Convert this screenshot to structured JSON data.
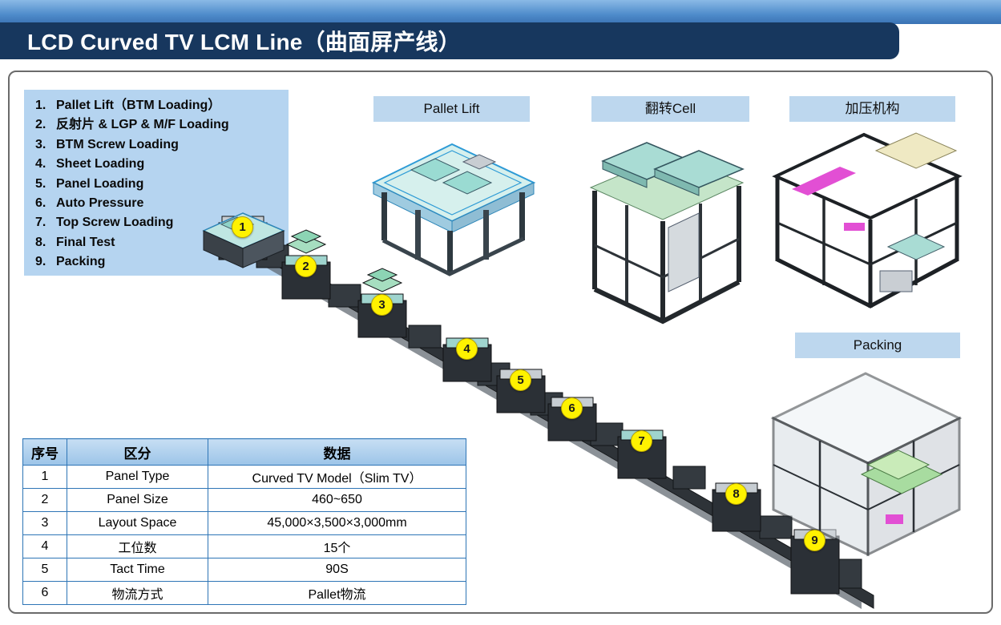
{
  "header": {
    "title": "LCD Curved TV LCM Line（曲面屏产线）"
  },
  "process_list": {
    "items": [
      {
        "n": "1.",
        "t": "Pallet Lift（BTM Loading）"
      },
      {
        "n": "2.",
        "t": "反射片 & LGP & M/F Loading"
      },
      {
        "n": "3.",
        "t": "BTM Screw Loading"
      },
      {
        "n": "4.",
        "t": "Sheet Loading"
      },
      {
        "n": "5.",
        "t": "Panel Loading"
      },
      {
        "n": "6.",
        "t": "Auto Pressure"
      },
      {
        "n": "7.",
        "t": "Top Screw Loading"
      },
      {
        "n": "8.",
        "t": "Final Test"
      },
      {
        "n": "9.",
        "t": "Packing"
      }
    ]
  },
  "labels": {
    "pallet_lift": "Pallet Lift",
    "flip_cell": "翻转Cell",
    "pressure_unit": "加压机构",
    "packing": "Packing"
  },
  "line_markers": [
    "1",
    "2",
    "3",
    "4",
    "5",
    "6",
    "7",
    "8",
    "9"
  ],
  "table": {
    "headers": [
      "序号",
      "区分",
      "数据"
    ],
    "rows": [
      [
        "1",
        "Panel Type",
        "Curved TV Model（Slim TV）"
      ],
      [
        "2",
        "Panel Size",
        "460~650"
      ],
      [
        "3",
        "Layout Space",
        "45,000×3,500×3,000mm"
      ],
      [
        "4",
        "工位数",
        "15个"
      ],
      [
        "5",
        "Tact Time",
        "90S"
      ],
      [
        "6",
        "物流方式",
        "Pallet物流"
      ]
    ]
  },
  "colors": {
    "accent_navy": "#17375E",
    "light_blue": "#BDD7EE",
    "table_border": "#2E75B6",
    "marker_yellow": "#FFF200"
  }
}
